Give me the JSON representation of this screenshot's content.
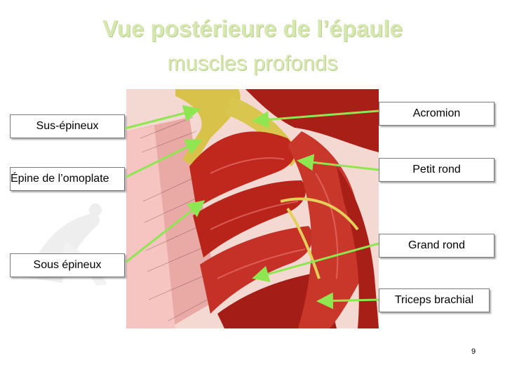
{
  "slide": {
    "title": "Vue postérieure de l’épaule",
    "subtitle": "muscles profonds",
    "page_number": "9"
  },
  "labels": {
    "sus_epineux": "Sus-épineux",
    "epine_omoplate": "Épine de l’omoplate",
    "sous_epineux": "Sous épineux",
    "acromion": "Acromion",
    "petit_rond": "Petit rond",
    "grand_rond": "Grand rond",
    "triceps": "Triceps brachial"
  },
  "colors": {
    "title": "#d7e7b0",
    "arrow": "#8ee650",
    "muscle": "#c0281d"
  },
  "image": {
    "description_icon": "shoulder-muscle-illustration"
  }
}
